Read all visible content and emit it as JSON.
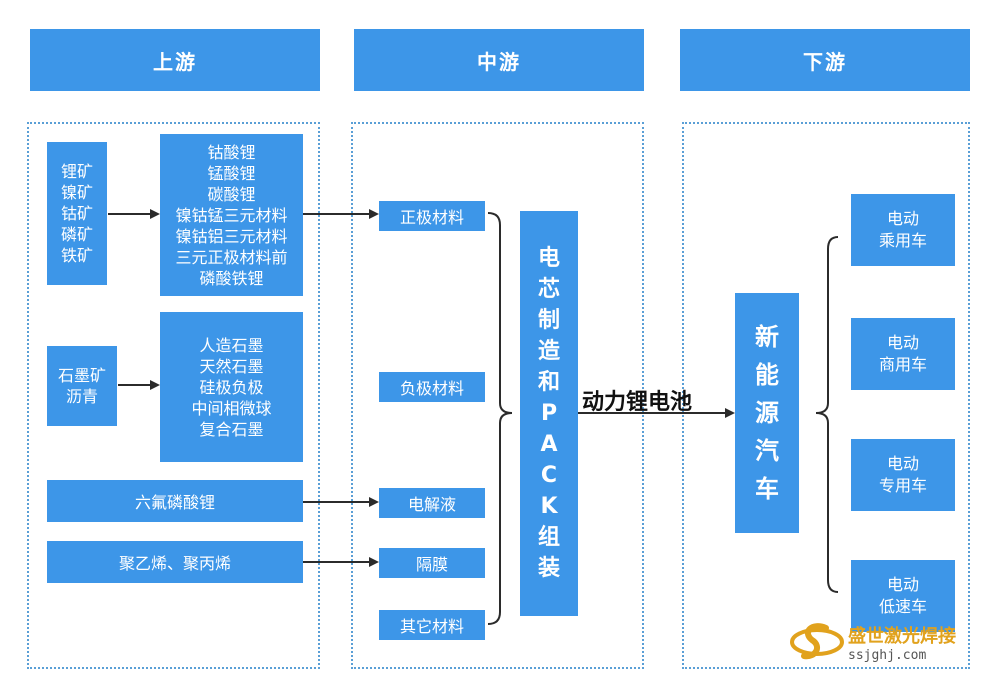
{
  "headers": {
    "upstream": "上游",
    "midstream": "中游",
    "downstream": "下游"
  },
  "upstream": {
    "ores_1": [
      "锂矿",
      "镍矿",
      "钴矿",
      "磷矿",
      "铁矿"
    ],
    "cathode_materials": [
      "钴酸锂",
      "锰酸锂",
      "碳酸锂",
      "镍钴锰三元材料",
      "镍钴铝三元材料",
      "三元正极材料前",
      "磷酸铁锂"
    ],
    "ores_2": [
      "石墨矿",
      "沥青"
    ],
    "anode_materials": [
      "人造石墨",
      "天然石墨",
      "硅极负极",
      "中间相微球",
      "复合石墨"
    ],
    "electrolyte_salt": "六氟磷酸锂",
    "separator_polymers": "聚乙烯、聚丙烯"
  },
  "midstream": {
    "components": [
      "正极材料",
      "负极材料",
      "电解液",
      "隔膜",
      "其它材料"
    ],
    "cell_manufacturing": [
      "电",
      "芯",
      "制",
      "造",
      "和",
      "P",
      "A",
      "C",
      "K",
      "组",
      "装"
    ]
  },
  "flow_label": "动力锂电池",
  "downstream": {
    "nev": [
      "新",
      "能",
      "源",
      "汽",
      "车"
    ],
    "vehicles": [
      [
        "电动",
        "乘用车"
      ],
      [
        "电动",
        "商用车"
      ],
      [
        "电动",
        "专用车"
      ],
      [
        "电动",
        "低速车"
      ]
    ]
  },
  "watermark": {
    "name": "盛世激光焊接",
    "url": "ssjghj.com"
  },
  "colors": {
    "box": "#3d96e8",
    "border": "#5a9fd6",
    "line": "#2b2b2b",
    "watermark": "#e1a21d"
  }
}
